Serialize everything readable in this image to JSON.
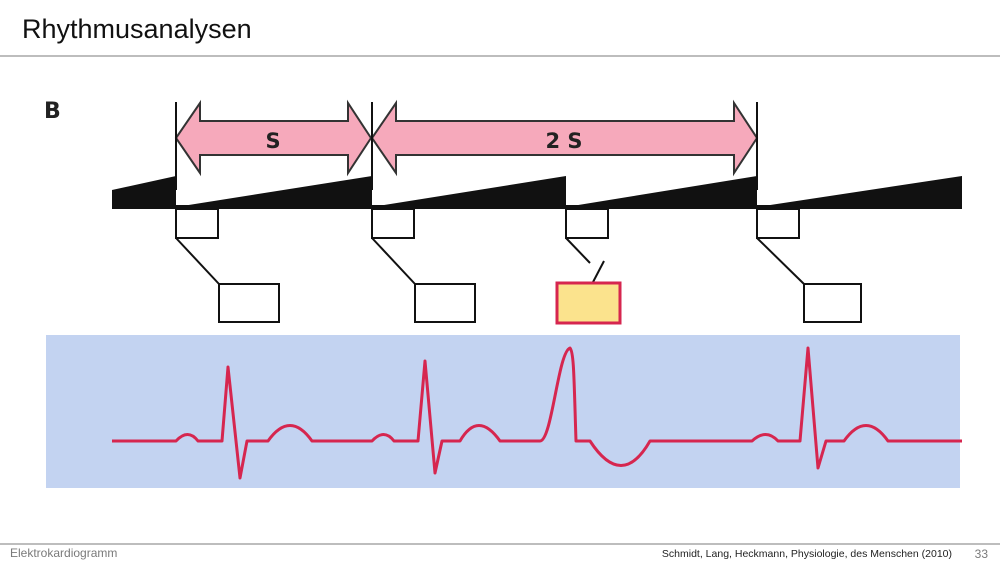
{
  "slide": {
    "title": "Rhythmusanalysen",
    "footer_left": "Elektrokardiogramm",
    "citation": "Schmidt, Lang, Heckmann, Physiologie, des Menschen (2010)",
    "page_number": "33"
  },
  "diagram": {
    "panel_label": "B",
    "interval_short": "S",
    "interval_long": "2 S"
  },
  "colors": {
    "arrow_fill": "#f6a9bb",
    "arrow_stroke": "#333333",
    "ecg_background": "#c3d3f1",
    "ecg_trace": "#d6264f",
    "highlight_box_fill": "#fbe38d",
    "highlight_box_stroke": "#d6264f"
  }
}
